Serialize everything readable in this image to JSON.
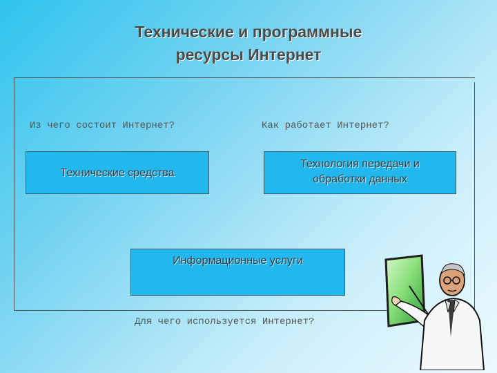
{
  "title": {
    "line1": "Технические и программные",
    "line2": "ресурсы Интернет"
  },
  "questions": {
    "left": "Из чего состоит Интернет?",
    "right": "Как работает Интернет?",
    "bottom": "Для чего используется Интернет?"
  },
  "boxes": {
    "hardware": "Технические средства",
    "technology_line1": "Технология передачи и",
    "technology_line2": "обработки данных",
    "services": "Информационные услуги"
  },
  "colors": {
    "box_fill": "#22b8ee",
    "board_green": "#8be07a"
  },
  "illustration": "teacher-pointing-at-board"
}
